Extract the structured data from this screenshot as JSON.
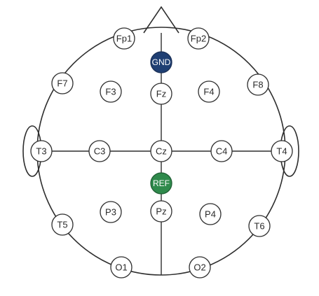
{
  "diagram": {
    "colors": {
      "outline": "#2e2e2e",
      "electrode_fill": "#ffffff",
      "gnd_fill": "#1f3f73",
      "ref_fill": "#2f8a4c"
    },
    "electrodes": {
      "fp1": {
        "label": "Fp1"
      },
      "fp2": {
        "label": "Fp2"
      },
      "f7": {
        "label": "F7"
      },
      "f3": {
        "label": "F3"
      },
      "fz": {
        "label": "Fz"
      },
      "f4": {
        "label": "F4"
      },
      "f8": {
        "label": "F8"
      },
      "t3": {
        "label": "T3"
      },
      "c3": {
        "label": "C3"
      },
      "cz": {
        "label": "Cz"
      },
      "c4": {
        "label": "C4"
      },
      "t4": {
        "label": "T4"
      },
      "t5": {
        "label": "T5"
      },
      "p3": {
        "label": "P3"
      },
      "pz": {
        "label": "Pz"
      },
      "p4": {
        "label": "P4"
      },
      "t6": {
        "label": "T6"
      },
      "o1": {
        "label": "O1"
      },
      "o2": {
        "label": "O2"
      }
    },
    "special": {
      "gnd": {
        "label": "GND"
      },
      "ref": {
        "label": "REF"
      }
    }
  }
}
